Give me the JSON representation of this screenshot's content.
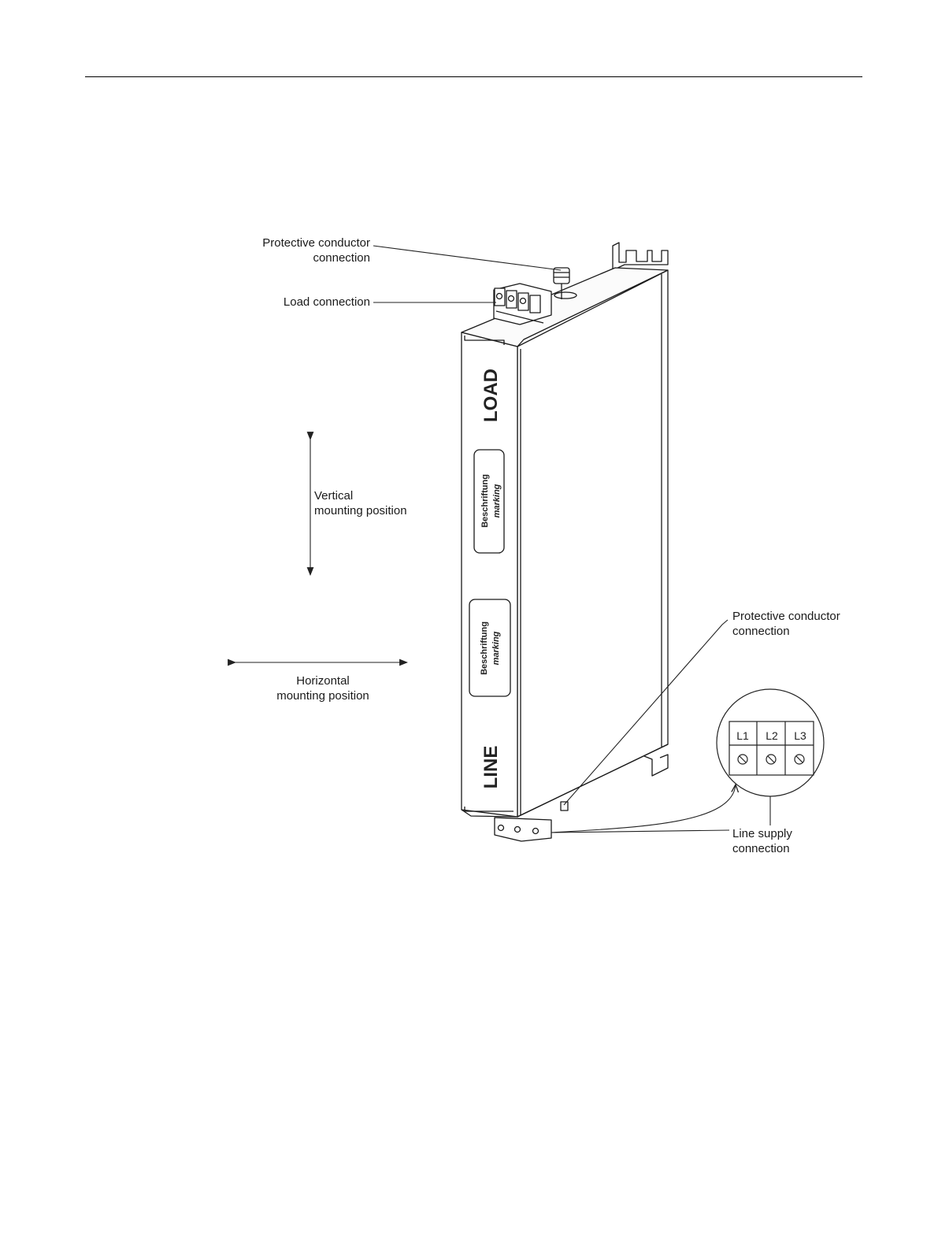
{
  "labels": {
    "pe_top": {
      "line1": "Protective conductor",
      "line2": "connection"
    },
    "load_connection": "Load connection",
    "vertical": {
      "line1": "Vertical",
      "line2": "mounting position"
    },
    "horizontal": {
      "line1": "Horizontal",
      "line2": "mounting position"
    },
    "pe_bottom": {
      "line1": "Protective conductor",
      "line2": "connection"
    },
    "line_supply": {
      "line1": "Line supply",
      "line2": "connection"
    }
  },
  "device": {
    "top_marking": "LOAD",
    "bottom_marking": "LINE",
    "plate_text_1": "Beschriftung",
    "plate_text_2": "marking"
  },
  "terminals": [
    "L1",
    "L2",
    "L3"
  ]
}
